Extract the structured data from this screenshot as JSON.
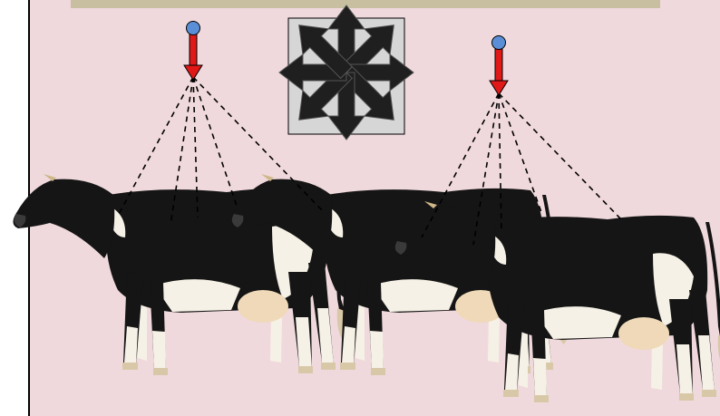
{
  "scene": {
    "background_color": "#f0d9dc",
    "border_color": "#000000",
    "header_bar_color": "#c8bfa0",
    "cow_colors": {
      "black": "#151515",
      "white": "#f6f1e6",
      "hoof": "#d8c8a8",
      "horn": "#cfb78a"
    }
  },
  "direction_symbol": {
    "icon": "eight-direction-arrows-icon",
    "box_fill": "#d6d6d6",
    "arrow_fill": "#1f1f1f"
  },
  "sensors": [
    {
      "id": "left",
      "icon": "down-arrow-sensor-icon",
      "head_color": "#5a8fd8",
      "arrow_color": "#e01818",
      "measurement_points": 5
    },
    {
      "id": "right",
      "icon": "down-arrow-sensor-icon",
      "head_color": "#5a8fd8",
      "arrow_color": "#e01818",
      "measurement_points": 5
    }
  ],
  "cows": [
    {
      "id": "cow-1",
      "breed_pattern": "holstein"
    },
    {
      "id": "cow-2",
      "breed_pattern": "holstein"
    },
    {
      "id": "cow-3",
      "breed_pattern": "holstein"
    }
  ]
}
